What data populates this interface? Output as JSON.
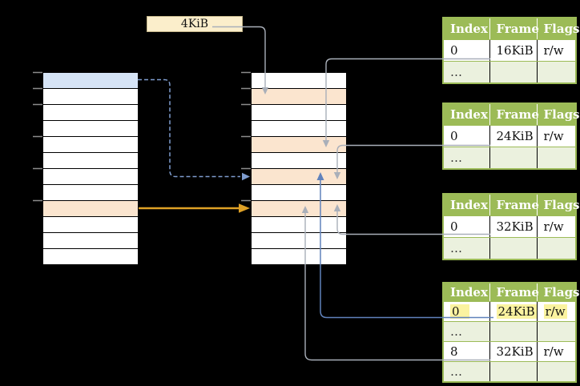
{
  "page_size_label": "4KiB",
  "colors": {
    "background": "#000000",
    "row_blue": "#D6E4F6",
    "row_orange": "#FBE5CF",
    "box_cream": "#FBEECB",
    "table_green": "#9CBB57",
    "table_green_light": "#EBF1DE",
    "highlight_yellow": "#FBF3A0",
    "arrow_gray": "#A9AFB9",
    "arrow_blue": "#6082BC",
    "arrow_blue_dashed": "#7E9CCE",
    "arrow_orange": "#DFA126",
    "tick_gray": "#8C8C8C"
  },
  "columns": {
    "virtual": {
      "rows": [
        "blue",
        "plain",
        "plain",
        "plain",
        "plain",
        "plain",
        "plain",
        "plain",
        "orange",
        "plain",
        "plain",
        "plain"
      ]
    },
    "physical": {
      "rows": [
        "plain",
        "orange",
        "plain",
        "plain",
        "orange",
        "plain",
        "orange",
        "plain",
        "orange",
        "plain",
        "plain",
        "plain"
      ]
    }
  },
  "tables": [
    {
      "name": "page-table-16kib",
      "headers": [
        "Index",
        "Frame",
        "Flags"
      ],
      "rows": [
        {
          "variant": "data",
          "cells": [
            "0",
            "16KiB",
            "r/w"
          ]
        },
        {
          "variant": "dots",
          "cells": [
            "…",
            "",
            ""
          ]
        }
      ]
    },
    {
      "name": "page-table-24kib",
      "headers": [
        "Index",
        "Frame",
        "Flags"
      ],
      "rows": [
        {
          "variant": "data",
          "cells": [
            "0",
            "24KiB",
            "r/w"
          ]
        },
        {
          "variant": "dots",
          "cells": [
            "…",
            "",
            ""
          ]
        }
      ]
    },
    {
      "name": "page-table-32kib",
      "headers": [
        "Index",
        "Frame",
        "Flags"
      ],
      "rows": [
        {
          "variant": "data",
          "cells": [
            "0",
            "32KiB",
            "r/w"
          ]
        },
        {
          "variant": "dots",
          "cells": [
            "…",
            "",
            ""
          ]
        }
      ]
    },
    {
      "name": "level2-page-table",
      "headers": [
        "Index",
        "Frame",
        "Flags"
      ],
      "rows": [
        {
          "variant": "data",
          "highlight": true,
          "cells": [
            "0",
            "24KiB",
            "r/w"
          ]
        },
        {
          "variant": "dots",
          "cells": [
            "…",
            "",
            ""
          ]
        },
        {
          "variant": "data",
          "cells": [
            "8",
            "32KiB",
            "r/w"
          ]
        },
        {
          "variant": "dots",
          "cells": [
            "…",
            "",
            ""
          ]
        }
      ]
    }
  ]
}
